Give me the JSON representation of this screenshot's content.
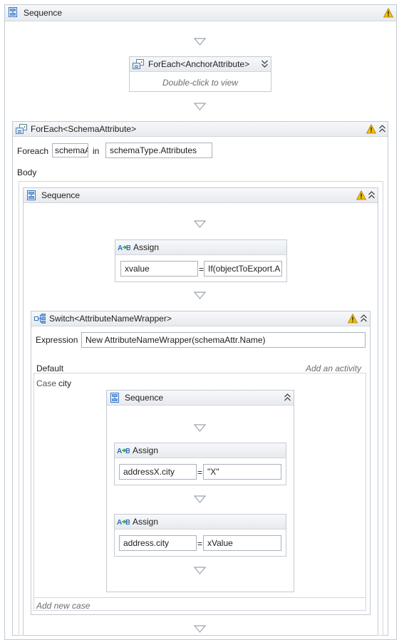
{
  "outer_sequence": {
    "title": "Sequence",
    "warning_icon": "warning-icon"
  },
  "foreach_anchor": {
    "title": "ForEach<AnchorAttribute>",
    "placeholder": "Double-click to view"
  },
  "foreach_schema": {
    "title": "ForEach<SchemaAttribute>",
    "foreach_label": "Foreach",
    "item_variable": "schemaA",
    "in_label": "in",
    "collection": "schemaType.Attributes",
    "body_label": "Body"
  },
  "inner_sequence": {
    "title": "Sequence"
  },
  "assign_xvalue": {
    "title": "Assign",
    "to": "xvalue",
    "equals": "=",
    "value": "If(objectToExport.A"
  },
  "switch": {
    "title": "Switch<AttributeNameWrapper>",
    "expression_label": "Expression",
    "expression": "New AttributeNameWrapper(schemaAttr.Name)",
    "default_label": "Default",
    "add_activity": "Add an activity",
    "case_label": "Case",
    "case_value": "city",
    "add_new_case": "Add new case"
  },
  "case_sequence": {
    "title": "Sequence"
  },
  "assign_addressx": {
    "title": "Assign",
    "to": "addressX.city",
    "equals": "=",
    "value": "\"X\""
  },
  "assign_address": {
    "title": "Assign",
    "to": "address.city",
    "equals": "=",
    "value": "xValue"
  },
  "colors": {
    "accent": "#2d6fbf",
    "warning": "#f2c200",
    "border": "#c3cad3"
  }
}
